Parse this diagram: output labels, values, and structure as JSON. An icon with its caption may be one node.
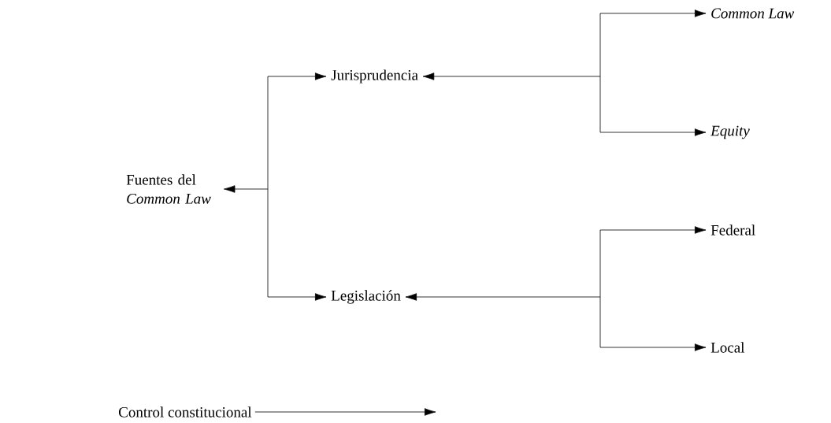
{
  "diagram": {
    "nodes": [
      {
        "text": [
          "Fuentes del *Common Law*"
        ]
      },
      {
        "text": [
          "Jurisprudencia"
        ]
      },
      {
        "text": [
          "Legislación"
        ]
      },
      {
        "text": [
          "*Common Law*"
        ]
      },
      {
        "text": [
          "*Equity*"
        ]
      },
      {
        "text": [
          "Federal"
        ]
      },
      {
        "text": [
          "Local"
        ]
      },
      {
        "text": [
          "Control constitucional"
        ]
      }
    ],
    "edges": [
      {
        "from": 0,
        "to": 1,
        "arrow": "both"
      },
      {
        "from": 0,
        "to": 2,
        "arrow": "both"
      },
      {
        "from": 1,
        "to": 3,
        "arrow": "both"
      },
      {
        "from": 1,
        "to": 4,
        "arrow": "both"
      },
      {
        "from": 2,
        "to": 5,
        "arrow": "both"
      },
      {
        "from": 2,
        "to": 6,
        "arrow": "both"
      },
      {
        "from": 7,
        "to": null,
        "arrow": "to"
      }
    ]
  }
}
